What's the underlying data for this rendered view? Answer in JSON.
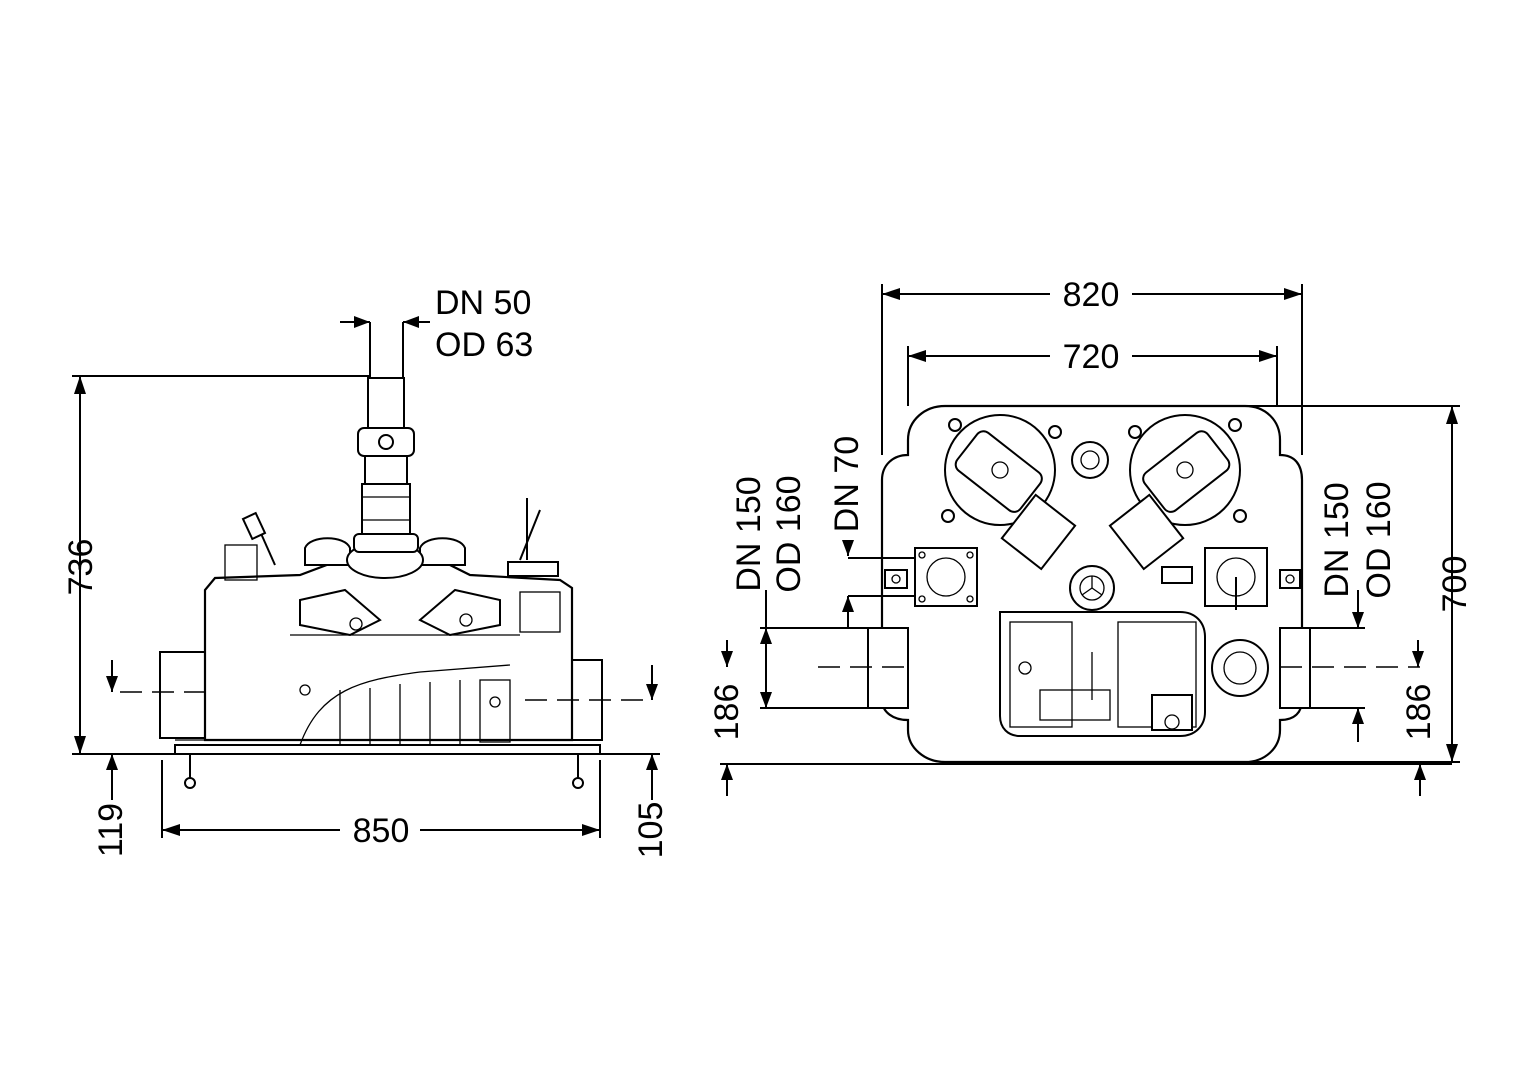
{
  "side_view": {
    "outlet_dn": "DN 50",
    "outlet_od": "OD 63",
    "height": "736",
    "width": "850",
    "inlet_height_left": "119",
    "inlet_height_right": "105"
  },
  "top_view": {
    "width_outer": "820",
    "width_inner": "720",
    "depth": "700",
    "vent_dn": "DN 70",
    "inlet_left_dn": "DN 150",
    "inlet_left_od": "OD 160",
    "inlet_right_dn": "DN 150",
    "inlet_right_od": "OD 160",
    "inlet_offset_left": "186",
    "inlet_offset_right": "186"
  }
}
